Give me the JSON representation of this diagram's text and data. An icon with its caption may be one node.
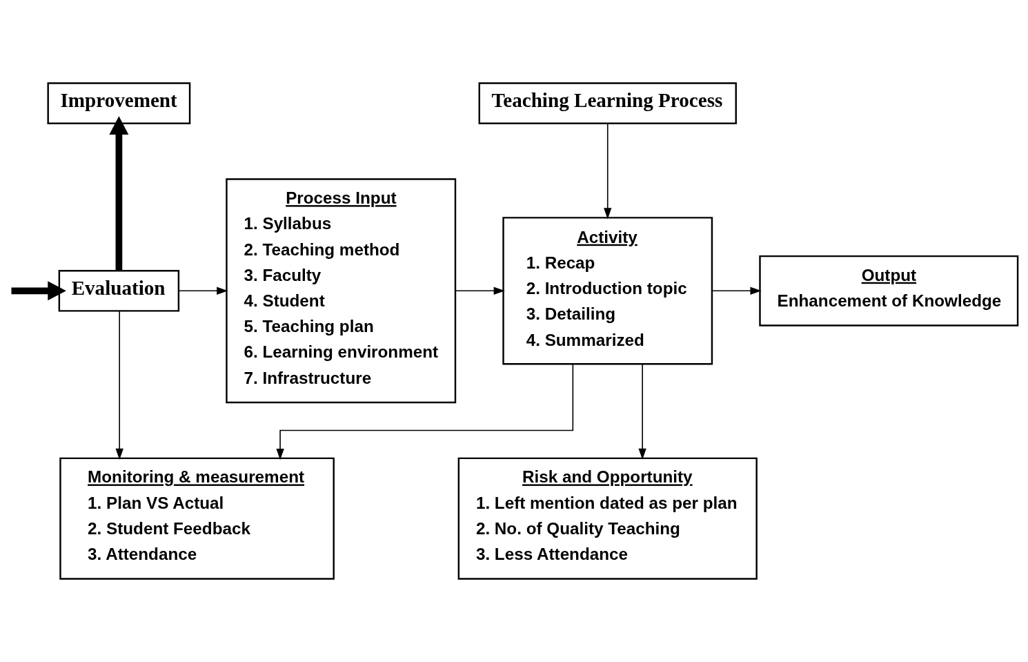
{
  "diagram": {
    "nodes": [
      {
        "text": [
          "Improvement"
        ]
      },
      {
        "text": [
          "Teaching Learning Process"
        ]
      },
      {
        "text": [
          "Evaluation"
        ]
      },
      {
        "text": [
          "Process Input",
          "1. Syllabus",
          "2. Teaching method",
          "3. Faculty",
          "4. Student",
          "5. Teaching plan",
          "6. Learning environment",
          "7. Infrastructure"
        ]
      },
      {
        "text": [
          "Activity",
          "1. Recap",
          "2. Introduction topic",
          "3. Detailing",
          "4. Summarized"
        ]
      },
      {
        "text": [
          "Output",
          "Enhancement of Knowledge"
        ]
      },
      {
        "text": [
          "Monitoring & measurement",
          "1. Plan VS Actual",
          "2. Student Feedback",
          "3. Attendance"
        ]
      },
      {
        "text": [
          "Risk and Opportunity",
          "1. Left mention dated as per plan",
          "2. No. of Quality Teaching",
          "3. Less Attendance"
        ]
      }
    ],
    "edges": [
      {
        "from": 2,
        "to": 0,
        "arrow": "to",
        "style": "thick"
      },
      {
        "from": 1,
        "to": 4,
        "arrow": "to"
      },
      {
        "from": 3,
        "to": 4,
        "arrow": "to"
      },
      {
        "from": 4,
        "to": 5,
        "arrow": "to"
      },
      {
        "from": 4,
        "to": 6,
        "arrow": "to"
      },
      {
        "from": 4,
        "to": 7,
        "arrow": "to"
      },
      {
        "from": 2,
        "to": 3,
        "arrow": "to"
      },
      {
        "from": 2,
        "to": 6,
        "arrow": "to"
      },
      {
        "from": null,
        "to": 2,
        "arrow": "to",
        "style": "thick"
      }
    ]
  }
}
